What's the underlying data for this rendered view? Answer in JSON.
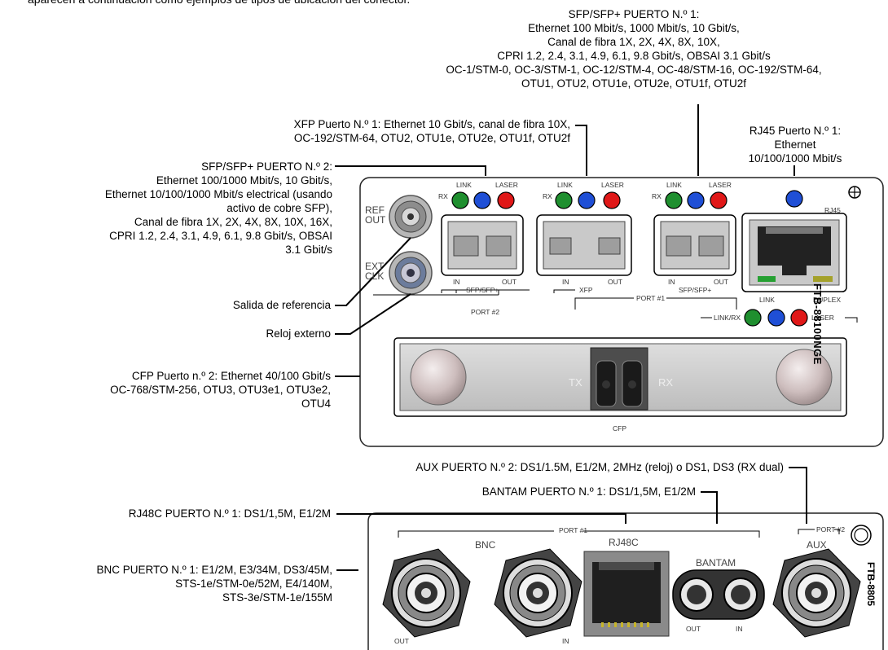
{
  "intro_fragment": "aparecen a continuación como ejemplos de tipos de ubicación del conector.",
  "top_module": {
    "model": "FTB-88100NGE",
    "ref_out": [
      "REF",
      "OUT"
    ],
    "ext_clk": [
      "EXT",
      "CLK"
    ],
    "sfp2_label": "SFP/SFP+",
    "xfp_label": "XFP",
    "sfp1_label": "SFP/SFP+",
    "rj45": "RJ45",
    "link": "LINK",
    "laser": "LASER",
    "rx": "RX",
    "in": "IN",
    "out": "OUT",
    "duplex": "DUPLEX",
    "port2": "PORT #2",
    "port1": "PORT #1",
    "linkrx": "LINK/RX",
    "cfp": "CFP",
    "tx": "TX",
    "cfp_rx": "RX"
  },
  "bottom_module": {
    "model": "FTB-8805",
    "port1": "PORT #1",
    "port2": "PORT #2",
    "bnc": "BNC",
    "rj48c": "RJ48C",
    "bantam": "BANTAM",
    "aux": "AUX",
    "out": "OUT",
    "in": "IN"
  },
  "callouts": {
    "sfp1": [
      "SFP/SFP+ PUERTO N.º 1:",
      "Ethernet 100 Mbit/s, 1000 Mbit/s, 10 Gbit/s,",
      "Canal de fibra 1X, 2X, 4X, 8X, 10X,",
      "CPRI 1.2, 2.4, 3.1, 4.9, 6.1, 9.8 Gbit/s, OBSAI 3.1 Gbit/s",
      "OC-1/STM-0, OC-3/STM-1, OC-12/STM-4, OC-48/STM-16, OC-192/STM-64,",
      "OTU1, OTU2, OTU1e, OTU2e, OTU1f, OTU2f"
    ],
    "xfp": [
      "XFP Puerto N.º 1: Ethernet 10 Gbit/s, canal de fibra 10X,",
      "OC-192/STM-64, OTU2, OTU1e, OTU2e, OTU1f, OTU2f"
    ],
    "rj45": [
      "RJ45 Puerto N.º 1:",
      "Ethernet",
      "10/100/1000 Mbit/s"
    ],
    "sfp2": [
      "SFP/SFP+ PUERTO N.º 2:",
      "Ethernet 100/1000 Mbit/s, 10 Gbit/s,",
      "Ethernet 10/100/1000 Mbit/s electrical (usando",
      "activo de cobre SFP),",
      "Canal de fibra 1X, 2X, 4X, 8X, 10X, 16X,",
      "CPRI 1.2, 2.4, 3.1, 4.9, 6.1, 9.8 Gbit/s, OBSAI",
      "3.1 Gbit/s"
    ],
    "ref_out": "Salida de referencia",
    "ext_clk": "Reloj externo",
    "cfp": [
      "CFP Puerto n.º 2: Ethernet 40/100 Gbit/s",
      "OC-768/STM-256, OTU3, OTU3e1, OTU3e2,",
      "OTU4"
    ],
    "aux": "AUX PUERTO N.º 2: DS1/1.5M, E1/2M, 2MHz (reloj) o DS1, DS3 (RX dual)",
    "bantam": "BANTAM PUERTO N.º 1: DS1/1,5M, E1/2M",
    "rj48c": "RJ48C PUERTO N.º 1: DS1/1,5M, E1/2M",
    "bnc": [
      "BNC PUERTO N.º 1: E1/2M, E3/34M, DS3/45M,",
      "STS-1e/STM-0e/52M, E4/140M,",
      "STS-3e/STM-1e/155M"
    ]
  },
  "colors": {
    "led_green": "#1f8f2f",
    "led_blue": "#1f4fd6",
    "led_red": "#e01818",
    "panel": "#ffffff",
    "port_gray": "#c9c9c9"
  }
}
